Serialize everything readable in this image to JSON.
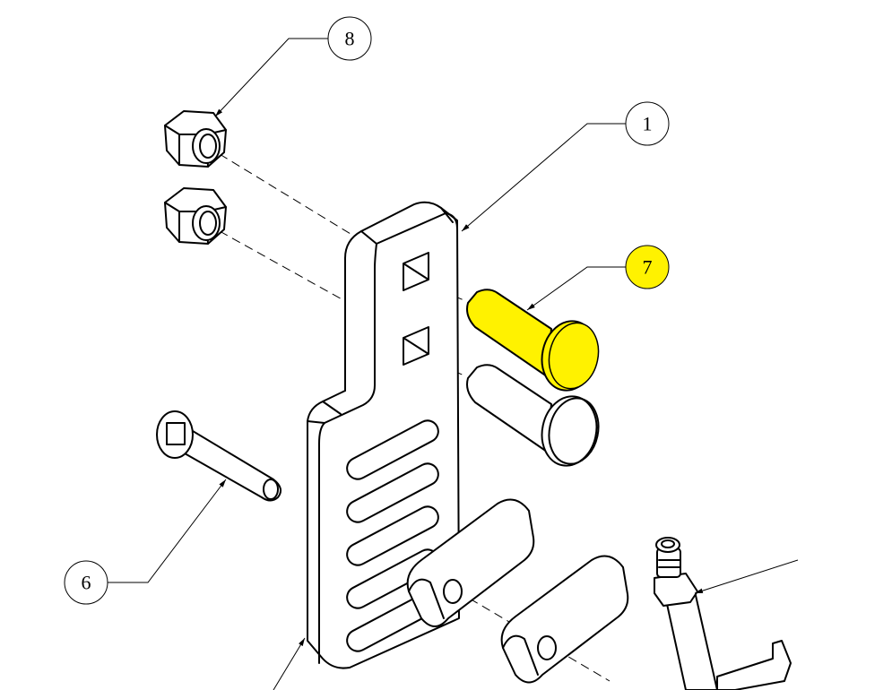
{
  "drawing": {
    "balloons": [
      {
        "label": "8"
      },
      {
        "label": "1"
      },
      {
        "label": "7",
        "highlighted": true
      },
      {
        "label": "6"
      }
    ]
  },
  "colors": {
    "highlight": "#FFF200",
    "line": "#000000",
    "background": "#FFFFFF"
  }
}
